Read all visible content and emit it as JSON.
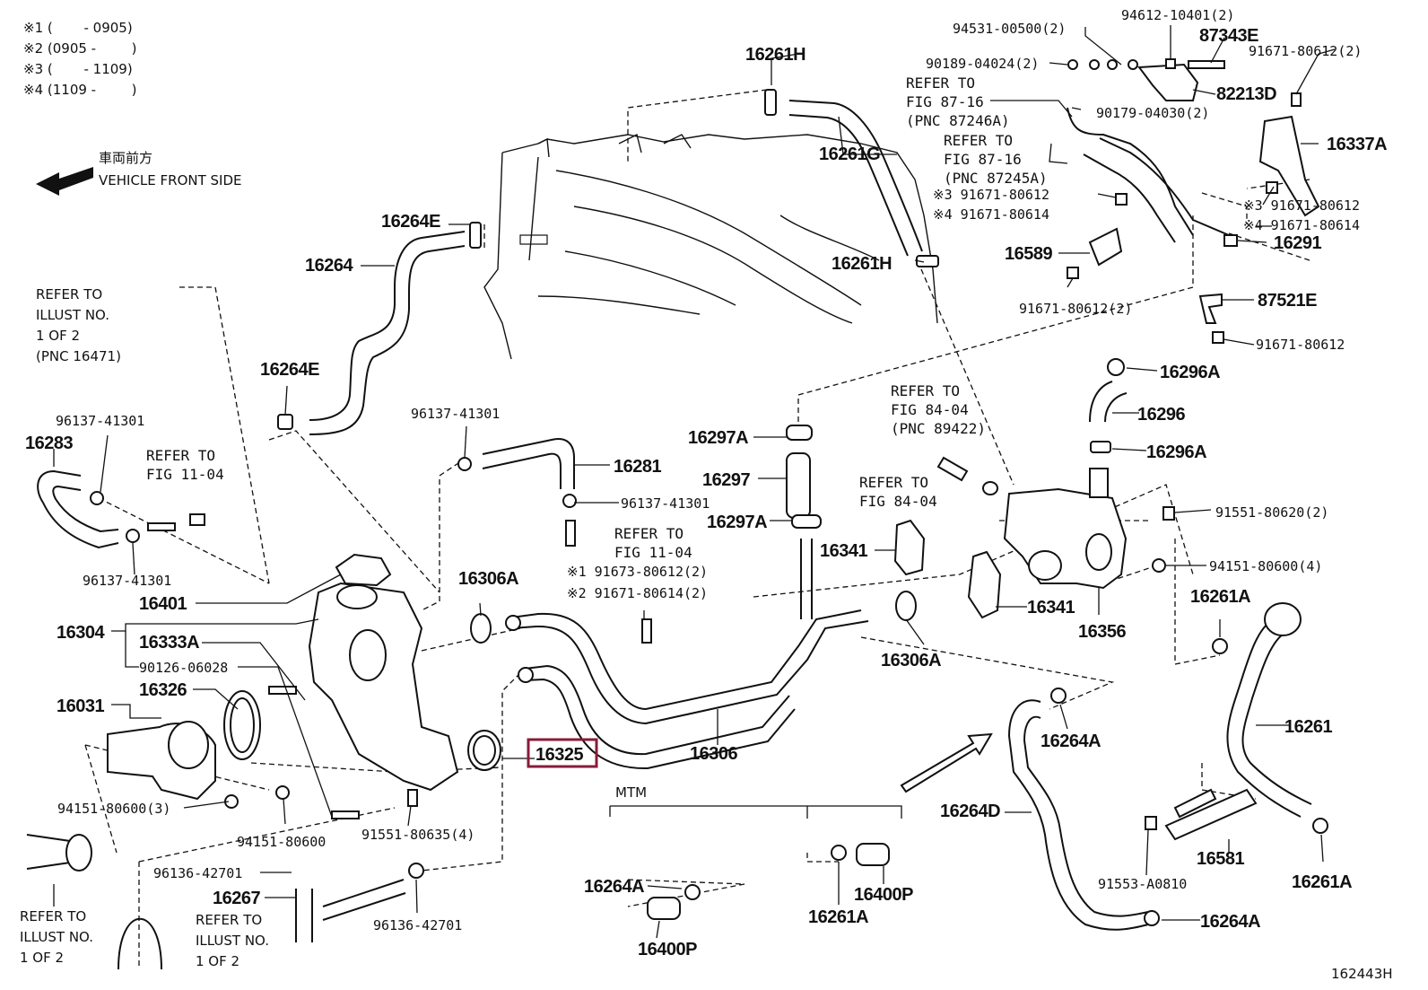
{
  "legend": {
    "notes": [
      "※1 (　　 - 0905)",
      "※2 (0905 - 　　 )",
      "※3 (　　 - 1109)",
      "※4 (1109 - 　　 )"
    ],
    "front_jp": "車両前方",
    "front_en": "VEHICLE FRONT SIDE"
  },
  "highlighted_part": "16325",
  "diagram_id": "162443H",
  "refs": {
    "illust_left_top": [
      "REFER TO",
      "ILLUST NO.",
      "1 OF 2",
      "(PNC 16471)"
    ],
    "fig_11_04_a": [
      "REFER TO",
      "FIG 11-04"
    ],
    "fig_11_04_b": [
      "REFER TO",
      "FIG 11-04"
    ],
    "fig_87_16_a": [
      "REFER TO",
      "FIG 87-16",
      "(PNC 87246A)"
    ],
    "fig_87_16_b": [
      "REFER TO",
      "FIG 87-16",
      "(PNC 87245A)"
    ],
    "fig_84_04_a": [
      "REFER TO",
      "FIG 84-04",
      "(PNC 89422)"
    ],
    "fig_84_04_b": [
      "REFER TO",
      "FIG 84-04"
    ],
    "illust_bottom_left": [
      "REFER TO",
      "ILLUST NO.",
      "1 OF 2"
    ],
    "illust_bottom_mid": [
      "REFER TO",
      "ILLUST NO.",
      "1 OF 2"
    ],
    "mtm": "MTM"
  },
  "parts": {
    "p16261H_top": "16261H",
    "p16261G": "16261G",
    "p16261H_mid": "16261H",
    "p16264E_top": "16264E",
    "p16264": "16264",
    "p16264E_mid": "16264E",
    "p96137_a": "96137-41301",
    "p96137_b": "96137-41301",
    "p96137_c": "96137-41301",
    "p96137_d": "96137-41301",
    "p16283": "16283",
    "p16281": "16281",
    "p16297A_top": "16297A",
    "p16297": "16297",
    "p16297A_bot": "16297A",
    "p16341_a": "16341",
    "p16341_b": "16341",
    "p16356": "16356",
    "p16401": "16401",
    "p16304": "16304",
    "p16333A": "16333A",
    "p90126": "90126-06028",
    "p16031": "16031",
    "p16326": "16326",
    "p16306A_a": "16306A",
    "p16306A_b": "16306A",
    "p16306": "16306",
    "p16325": "16325",
    "p91673": "※1 91673-80612(2)",
    "p91671_2": "※2 91671-80614(2)",
    "p94151_3": "94151-80600(3)",
    "p94151_1": "94151-80600",
    "p91551_4": "91551-80635(4)",
    "p96136_a": "96136-42701",
    "p96136_b": "96136-42701",
    "p16267": "16267",
    "p16264A_mid": "16264A",
    "p16264A_bot": "16264A",
    "p16264A_right": "16264A",
    "p16264D": "16264D",
    "p16400P_a": "16400P",
    "p16400P_b": "16400P",
    "p16261A_a": "16261A",
    "p16261A_b": "16261A",
    "p16261A_c": "16261A",
    "p16261": "16261",
    "p16581": "16581",
    "p91553": "91553-A0810",
    "p91551_2": "91551-80620(2)",
    "p94151_4": "94151-80600(4)",
    "p16296A_top": "16296A",
    "p16296": "16296",
    "p16296A_bot": "16296A",
    "p94531": "94531-00500(2)",
    "p94612": "94612-10401(2)",
    "p87343E": "87343E",
    "p91671_80612_2_top": "91671-80612(2)",
    "p90189": "90189-04024(2)",
    "p82213D": "82213D",
    "p90179": "90179-04030(2)",
    "p16337A": "16337A",
    "p91671_3a": "※3 91671-80612",
    "p91671_4a": "※4 91671-80614",
    "p91671_3b": "※3 91671-80612",
    "p91671_4b": "※4 91671-80614",
    "p16291": "16291",
    "p16589": "16589",
    "p91671_80612_2_mid": "91671-80612(2)",
    "p87521E": "87521E",
    "p91671_80612": "91671-80612"
  }
}
